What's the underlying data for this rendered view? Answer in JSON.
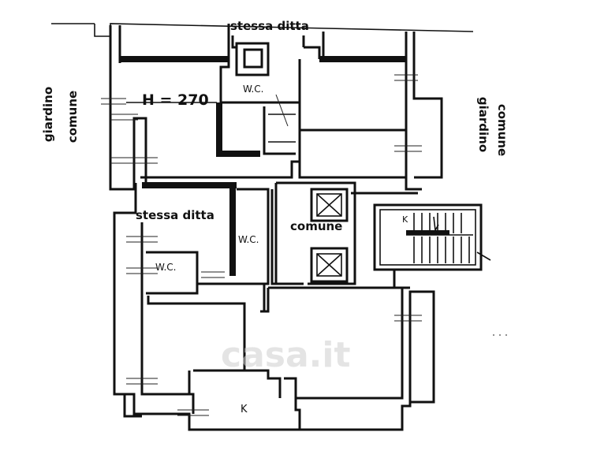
{
  "labels": {
    "stessa_ditta_top": "stessa ditta",
    "height": "H = 270",
    "wc_top": "W.C.",
    "giardino_left": "giardino",
    "comune_left": "comune",
    "giardino_right": "giardino",
    "comune_right": "comune",
    "stessa_ditta_mid": "stessa ditta",
    "wc_mid": "W.C.",
    "comune_mid": "comune",
    "wc_left": "W.C.",
    "kitchen": "K",
    "kitchen_stair": "K",
    "watermark": "casa.it"
  }
}
